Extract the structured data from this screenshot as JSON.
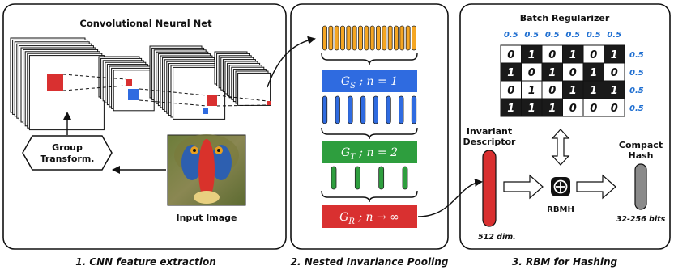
{
  "colors": {
    "orange": "#f5a623",
    "blue": "#2f6be0",
    "green": "#2e9e3e",
    "red": "#d93030",
    "link_blue": "#1f6fd1",
    "hash_gray": "#8a8a8a",
    "matrix_dark": "#1a1a1a"
  },
  "panel1": {
    "title": "Convolutional Neural Net",
    "group_transform": "Group\nTransform.",
    "input_label": "Input Image",
    "caption": "1. CNN feature extraction"
  },
  "panel2": {
    "stage_s": {
      "g": "G",
      "sub": "S",
      "n": "n = 1"
    },
    "stage_t": {
      "g": "G",
      "sub": "T",
      "n": "n = 2"
    },
    "stage_r": {
      "g": "G",
      "sub": "R",
      "n": "n → ∞"
    },
    "caption": "2. Nested Invariance Pooling"
  },
  "panel3": {
    "title": "Batch Regularizer",
    "col_means": [
      "0.5",
      "0.5",
      "0.5",
      "0.5",
      "0.5",
      "0.5"
    ],
    "row_means": [
      "0.5",
      "0.5",
      "0.5",
      "0.5"
    ],
    "matrix": [
      [
        "0",
        "1",
        "0",
        "1",
        "0",
        "1"
      ],
      [
        "1",
        "0",
        "1",
        "0",
        "1",
        "0"
      ],
      [
        "0",
        "1",
        "0",
        "1",
        "1",
        "1"
      ],
      [
        "1",
        "1",
        "1",
        "0",
        "0",
        "0"
      ]
    ],
    "dark_cells": [
      [
        false,
        true,
        false,
        true,
        false,
        true
      ],
      [
        true,
        false,
        true,
        false,
        true,
        false
      ],
      [
        false,
        false,
        false,
        true,
        true,
        true
      ],
      [
        true,
        true,
        true,
        false,
        false,
        false
      ]
    ],
    "invariant_descriptor": "Invariant\nDescriptor",
    "dim_label": "512 dim.",
    "rbmh_label": "RBMH",
    "compact_hash": "Compact\nHash",
    "bits_label": "32-256 bits",
    "caption": "3. RBM for Hashing"
  }
}
